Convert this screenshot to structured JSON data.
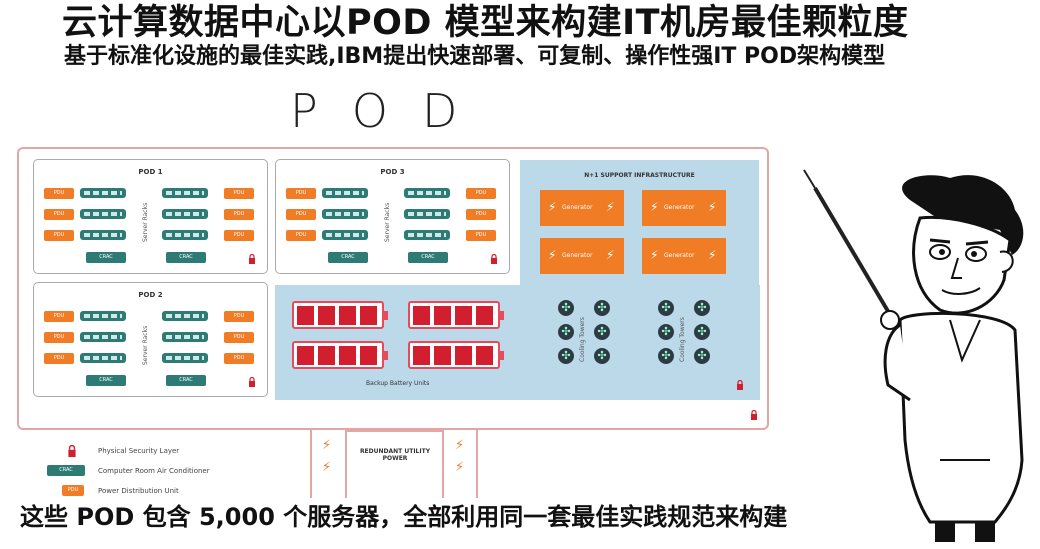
{
  "header": {
    "title": "云计算数据中心以POD 模型来构建IT机房最佳颗粒度",
    "subtitle": "基于标准化设施的最佳实践,IBM提出快速部署、可复制、操作性强IT POD架构模型"
  },
  "diagram": {
    "heading": "POD",
    "pods": [
      {
        "title": "POD 1"
      },
      {
        "title": "POD 3"
      },
      {
        "title": "POD 2"
      }
    ],
    "pdu_label": "PDU",
    "crac_label": "CRAC",
    "server_racks_label": "Server Racks",
    "support_title": "N+1 SUPPORT INFRASTRUCTURE",
    "generator_label": "Generator",
    "battery_label": "Backup Battery Units",
    "cooling_label": "Cooling Towers",
    "utility_label": "REDUNDANT UTILITY POWER",
    "colors": {
      "frame": "#e2a7a5",
      "pdu": "#f07c25",
      "crac": "#2e7b76",
      "support_bg": "#bcd9ea",
      "battery": "#d21f2f"
    }
  },
  "legend": {
    "items": [
      {
        "icon": "lock-icon",
        "label": "Physical Security Layer"
      },
      {
        "icon": "crac-icon",
        "label": "Computer Room Air Conditioner",
        "badge": "CRAC"
      },
      {
        "icon": "pdu-icon",
        "label": "Power Distribution Unit",
        "badge": "PDU"
      }
    ]
  },
  "footer": {
    "caption": "这些 POD 包含 5,000 个服务器，全部利用同一套最佳实践规范来构建"
  }
}
